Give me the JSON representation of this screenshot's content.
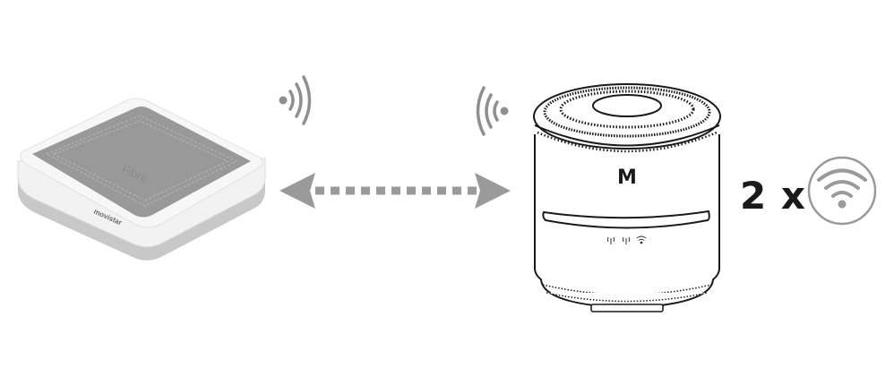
{
  "extender": {
    "top_label": "Fibra",
    "brand_label": "movistar"
  },
  "router": {
    "logo": "M",
    "indicator_icons": [
      "antenna-icon",
      "antenna-icon",
      "wifi-icon"
    ]
  },
  "connection": {
    "type": "bidirectional-dashed-arrow",
    "color": "#9a9a9a"
  },
  "wifi_count": {
    "label": "2 x",
    "icon": "wifi-icon",
    "icon_color": "#9a9a9a"
  }
}
